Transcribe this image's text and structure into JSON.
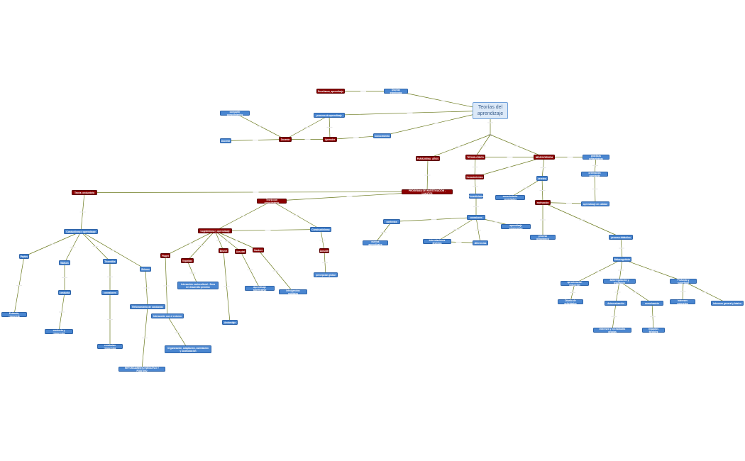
{
  "root": {
    "label": "Teorías del aprendizaje"
  },
  "nodes": {
    "hay": {
      "label": "hay"
    },
    "ensenanza": {
      "label": "Enseñanza_aprendizaje"
    },
    "diseno": {
      "label": "Diseñar estrategias"
    },
    "compartir": {
      "label": "compartir conocimientos"
    },
    "proceso": {
      "label": "proceso de aprendizaje"
    },
    "docente": {
      "label": "Docente"
    },
    "aprender": {
      "label": "Aprender"
    },
    "conocimiento": {
      "label": "Conocimiento"
    },
    "paradigma": {
      "label": "PARADIGMA_AÑOS"
    },
    "tecnologico": {
      "label": "TECNOLÓGICO"
    },
    "neurociencia": {
      "label": "NEUROCIENCIA"
    },
    "practicas": {
      "label": "prácticas pedagógicas"
    },
    "programa": {
      "label": "PROGRAMA DE INVESTIGACIÓN - LAKATOS"
    },
    "conocimientos2": {
      "label": "Conocimientos"
    },
    "cerebro": {
      "label": "cerebro"
    },
    "orientacion": {
      "label": "orientación constante"
    },
    "conectivista": {
      "label": "Conectivismo"
    },
    "conexiones_sec": {
      "label": "conocimiento conectados"
    },
    "aprendizaje_calidad": {
      "label": "aprendizaje de calidad"
    },
    "teoria_conductista": {
      "label": "Teoría conductista"
    },
    "teorias_cognitivas": {
      "label": "Teoría con conocimiento"
    },
    "motivacion": {
      "label": "motivación"
    },
    "conexiones": {
      "label": "conexiones"
    },
    "aprendizaje_colaborativo": {
      "label": "aprendizaje colaborativo"
    },
    "contextos": {
      "label": "contextos"
    },
    "nuevos_aprendizajes": {
      "label": "nuevos aprendizajes"
    },
    "interrelaciones": {
      "label": "interrelaciones distintas"
    },
    "diferencias": {
      "label": "diferencias"
    },
    "proceso_psicologico": {
      "label": "proceso psicológico"
    },
    "proceso_didactico": {
      "label": "proceso didáctico"
    },
    "conductismo_ap": {
      "label": "Conductismo y aprendizaje"
    },
    "cognitivismo_ap": {
      "label": "Cognitivismo y aprendizaje"
    },
    "constructivismo": {
      "label": "Constructivismo"
    },
    "pavlov": {
      "label": "Pavlov"
    },
    "watson": {
      "label": "Watson"
    },
    "thorndike": {
      "label": "Thorndike"
    },
    "skinner": {
      "label": "Skinner"
    },
    "piaget": {
      "label": "Piaget"
    },
    "vygotsky": {
      "label": "Vygotsky"
    },
    "bruner": {
      "label": "Brunet"
    },
    "ausubel": {
      "label": "Ausubel"
    },
    "gardner": {
      "label": "Gardner"
    },
    "ausubel2": {
      "label": "Ausubel"
    },
    "estimulo": {
      "label": "Estímulo, respuesta"
    },
    "conducta": {
      "label": "conducta"
    },
    "conexiones2": {
      "label": "conexiones"
    },
    "reforzamiento": {
      "label": "Reforzamiento de conductas"
    },
    "conducta_respuesta": {
      "label": "conducta y respuestas"
    },
    "conducta_resp2": {
      "label": "conductas respuestas"
    },
    "reforzamiento_neg": {
      "label": "REFORZAMIENTO NEGATIVO Y POSITIVO"
    },
    "interaccion_entorno": {
      "label": "Interacción con el entorno"
    },
    "interaccion_socio": {
      "label": "Interacción sociocultural - Zona de desarrollo próximo"
    },
    "andamiaje": {
      "label": "Andamiaje"
    },
    "aprendizaje_signif": {
      "label": "Aprendizaje significativo"
    },
    "inteligencias": {
      "label": "Inteligencias múltiples"
    },
    "percepcion_global": {
      "label": "percepción global"
    },
    "organizacion": {
      "label": "Organización, adaptación, asimilación y acomodación"
    },
    "metacognicion": {
      "label": "Metacognición"
    },
    "aprox_reduccion": {
      "label": "aproximación reducción"
    },
    "autorregulacion": {
      "label": "autorregulación y regulación"
    },
    "profundo": {
      "label": "Profundo y superficial"
    },
    "desarrollo_actividades": {
      "label": "Diseño de actividades"
    },
    "autoevaluacion": {
      "label": "Autoevaluación"
    },
    "coevaluacion": {
      "label": "coevaluación"
    },
    "intereses": {
      "label": "intereses concretos"
    },
    "intereses_general": {
      "label": "intereses general y básico"
    },
    "intereses_necesidades": {
      "label": "intereses y necesidades propias"
    },
    "impactos": {
      "label": "Impactos flexibles"
    }
  },
  "colors": {
    "topic_blue": "#4a86d0",
    "topic_red": "#8b0000",
    "root_fill": "#dce9f8",
    "link": "#6b7a1e"
  }
}
